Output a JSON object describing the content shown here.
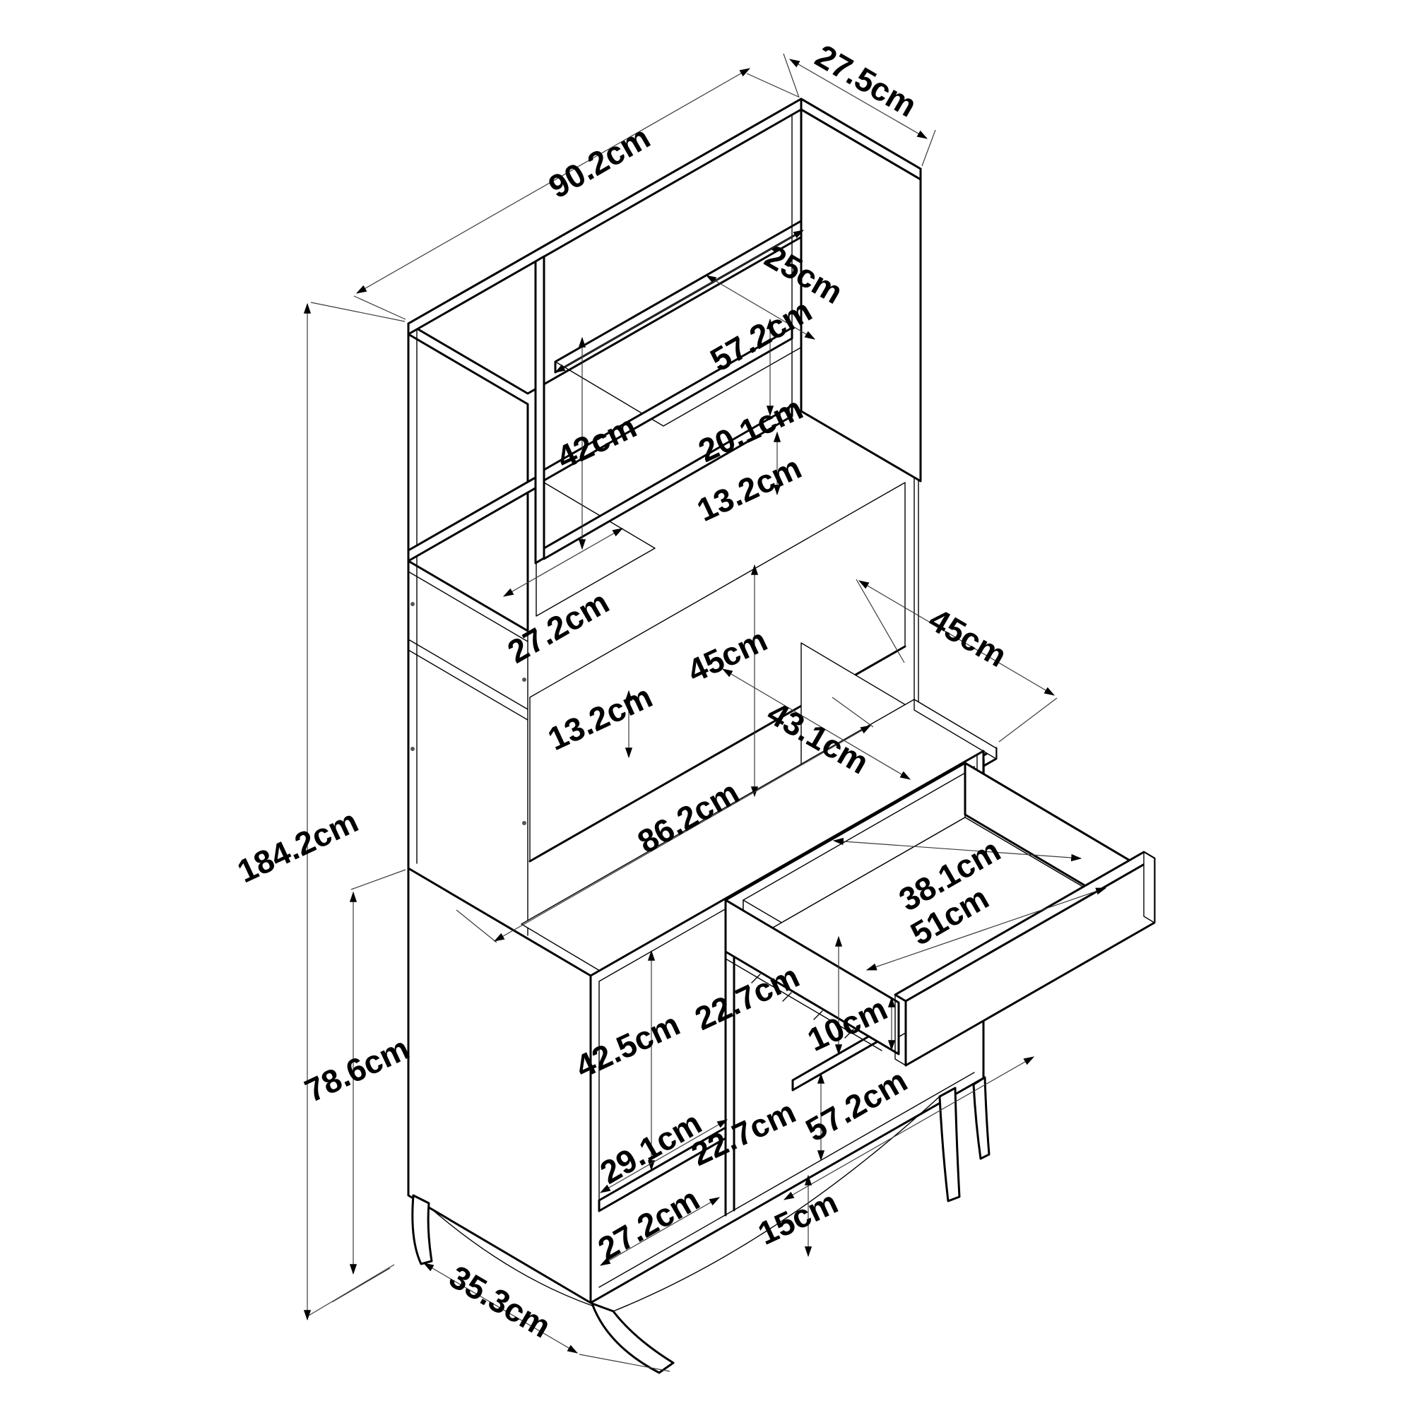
{
  "figure": {
    "kind": "isometric-furniture-dimension-diagram",
    "unit": "cm",
    "line_color": "#000000",
    "background_color": "#ffffff",
    "object": "hutch desk cabinet with open drawer"
  },
  "dims": [
    {
      "id": "top_depth",
      "label": "27.5cm",
      "value": 27.5,
      "axis": "depth"
    },
    {
      "id": "top_width",
      "label": "90.2cm",
      "value": 90.2,
      "axis": "width"
    },
    {
      "id": "shelf_depth",
      "label": "25cm",
      "value": 25,
      "axis": "depth"
    },
    {
      "id": "shelf_opening_width",
      "label": "57.2cm",
      "value": 57.2,
      "axis": "width"
    },
    {
      "id": "opening1_height",
      "label": "20.1cm",
      "value": 20.1,
      "axis": "height"
    },
    {
      "id": "left_cabinet_height",
      "label": "42cm",
      "value": 42,
      "axis": "height"
    },
    {
      "id": "opening2_height",
      "label": "13.2cm",
      "value": 13.2,
      "axis": "height"
    },
    {
      "id": "left_cabinet_width",
      "label": "27.2cm",
      "value": 27.2,
      "axis": "width"
    },
    {
      "id": "backpanel_gap_height",
      "label": "13.2cm",
      "value": 13.2,
      "axis": "height"
    },
    {
      "id": "hutch_to_desk_height",
      "label": "45cm",
      "value": 45,
      "axis": "height"
    },
    {
      "id": "desk_depth",
      "label": "45cm",
      "value": 45,
      "axis": "depth"
    },
    {
      "id": "desk_width",
      "label": "86.2cm",
      "value": 86.2,
      "axis": "width"
    },
    {
      "id": "desk_clear_depth",
      "label": "43.1cm",
      "value": 43.1,
      "axis": "depth"
    },
    {
      "id": "total_height",
      "label": "184.2cm",
      "value": 184.2,
      "axis": "height"
    },
    {
      "id": "drawer_inner_depth",
      "label": "38.1cm",
      "value": 38.1,
      "axis": "depth"
    },
    {
      "id": "drawer_inner_width",
      "label": "51cm",
      "value": 51,
      "axis": "width"
    },
    {
      "id": "upper_cubby_height",
      "label": "22.7cm",
      "value": 22.7,
      "axis": "height"
    },
    {
      "id": "drawer_height",
      "label": "10cm",
      "value": 10,
      "axis": "height"
    },
    {
      "id": "left_opening_height",
      "label": "42.5cm",
      "value": 42.5,
      "axis": "height"
    },
    {
      "id": "base_unit_height",
      "label": "78.6cm",
      "value": 78.6,
      "axis": "height"
    },
    {
      "id": "lower_cubby_height",
      "label": "22.7cm",
      "value": 22.7,
      "axis": "height"
    },
    {
      "id": "lower_cubby_width",
      "label": "29.1cm",
      "value": 29.1,
      "axis": "width"
    },
    {
      "id": "base_section_width",
      "label": "57.2cm",
      "value": 57.2,
      "axis": "width"
    },
    {
      "id": "leg_height",
      "label": "15cm",
      "value": 15,
      "axis": "height"
    },
    {
      "id": "bottom_cubby_width",
      "label": "27.2cm",
      "value": 27.2,
      "axis": "width"
    },
    {
      "id": "base_depth",
      "label": "35.3cm",
      "value": 35.3,
      "axis": "depth"
    }
  ]
}
